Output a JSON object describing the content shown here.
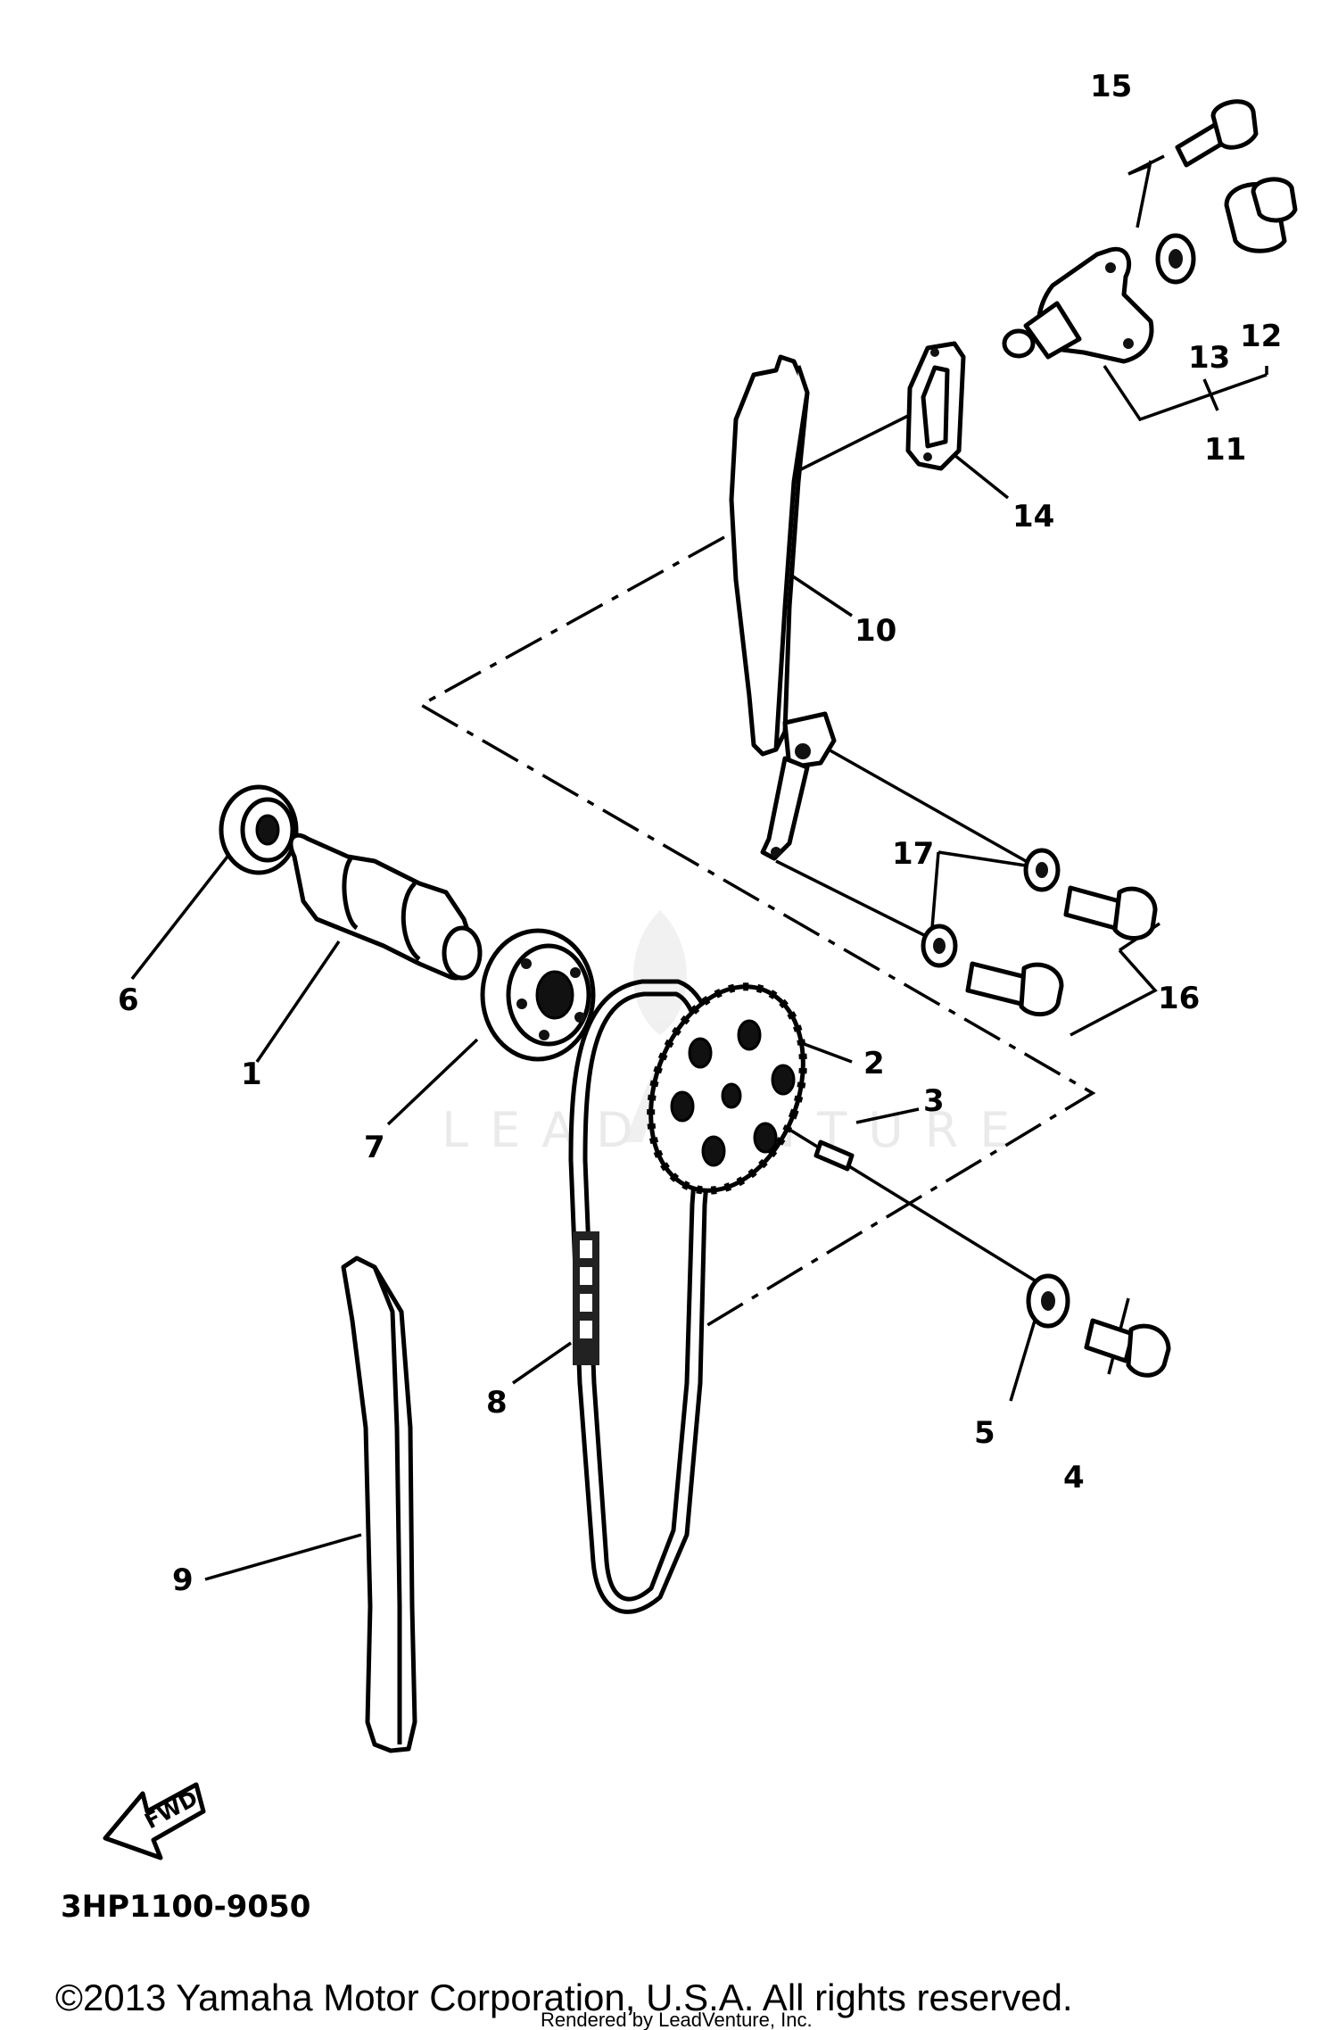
{
  "diagram": {
    "diagram_code": "3HP1100-9050",
    "fwd_label": "FWD",
    "callouts": [
      "1",
      "2",
      "3",
      "4",
      "5",
      "6",
      "7",
      "8",
      "9",
      "10",
      "11",
      "12",
      "13",
      "14",
      "15",
      "16",
      "17"
    ],
    "copyright": "©2013 Yamaha Motor Corporation, U.S.A. All rights reserved.",
    "rendered_by": "Rendered by LeadVenture, Inc.",
    "watermark": "LEADVENTURE"
  }
}
